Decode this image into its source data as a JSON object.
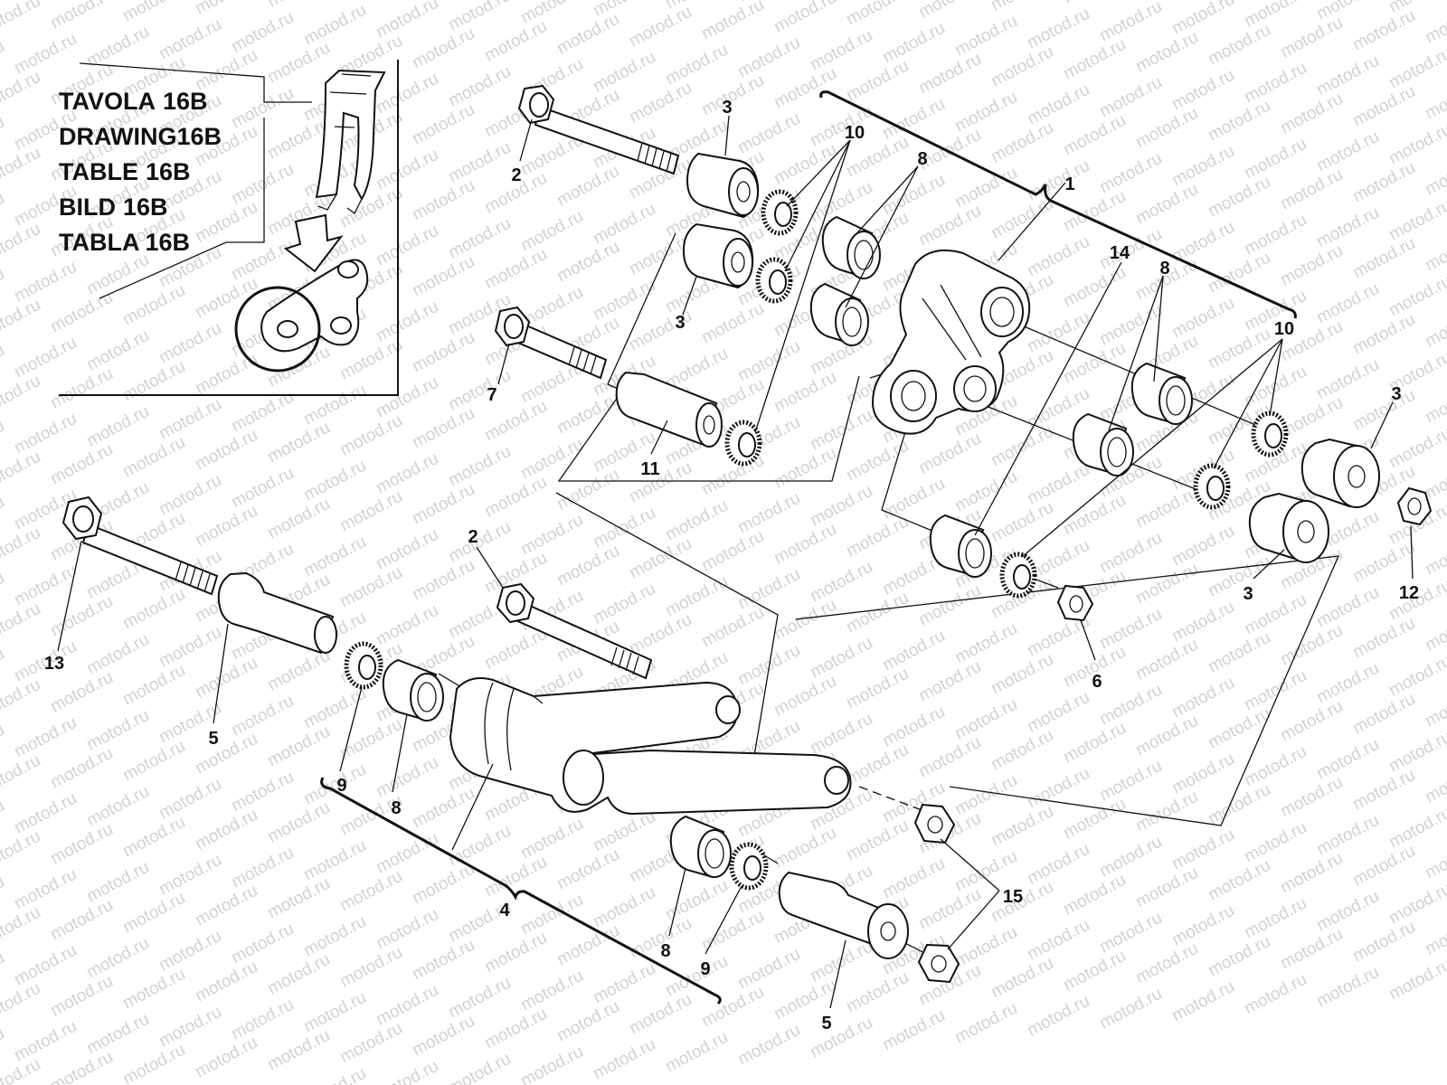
{
  "watermark": {
    "text": "motod.ru"
  },
  "title_block": {
    "lines": [
      {
        "word": "TAVOLA",
        "code": "16B"
      },
      {
        "word": "DRAWING",
        "code": "16B"
      },
      {
        "word": "TABLE",
        "code": "16B"
      },
      {
        "word": "BILD",
        "code": "16B"
      },
      {
        "word": "TABLA",
        "code": "16B"
      }
    ]
  },
  "callouts": [
    {
      "id": "c3a",
      "text": "3"
    },
    {
      "id": "c10a",
      "text": "10"
    },
    {
      "id": "c8a",
      "text": "8"
    },
    {
      "id": "c1",
      "text": "1"
    },
    {
      "id": "c2a",
      "text": "2"
    },
    {
      "id": "c3b",
      "text": "3"
    },
    {
      "id": "c14",
      "text": "14"
    },
    {
      "id": "c8b",
      "text": "8"
    },
    {
      "id": "c10b",
      "text": "10"
    },
    {
      "id": "c3c",
      "text": "3"
    },
    {
      "id": "c7",
      "text": "7"
    },
    {
      "id": "c11",
      "text": "11"
    },
    {
      "id": "c12",
      "text": "12"
    },
    {
      "id": "c3d",
      "text": "3"
    },
    {
      "id": "c6",
      "text": "6"
    },
    {
      "id": "c2b",
      "text": "2"
    },
    {
      "id": "c13",
      "text": "13"
    },
    {
      "id": "c5a",
      "text": "5"
    },
    {
      "id": "c9a",
      "text": "9"
    },
    {
      "id": "c8c",
      "text": "8"
    },
    {
      "id": "c4",
      "text": "4"
    },
    {
      "id": "c15",
      "text": "15"
    },
    {
      "id": "c8d",
      "text": "8"
    },
    {
      "id": "c9b",
      "text": "9"
    },
    {
      "id": "c5b",
      "text": "5"
    }
  ]
}
